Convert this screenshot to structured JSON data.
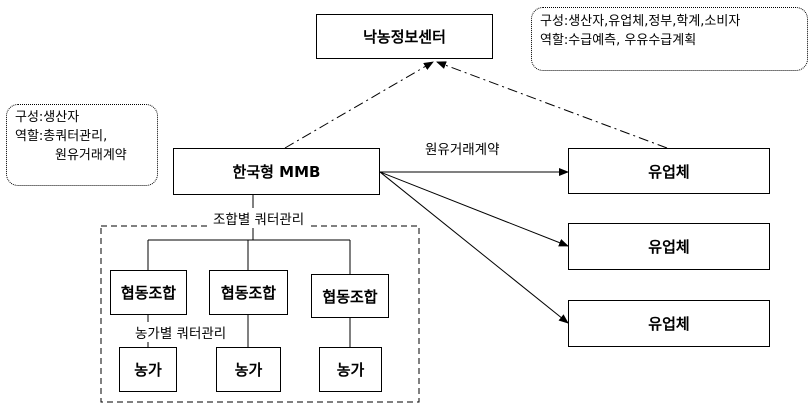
{
  "center": {
    "label": "낙농정보센터"
  },
  "center_note": {
    "line1": "구성:생산자,유업체,정부,학계,소비자",
    "line2": "역할:수급예측,  우유수급계획"
  },
  "mmb": {
    "label": "한국형 MMB"
  },
  "mmb_note": {
    "line1": "구성:생산자",
    "line2": "역할:총쿼터관리,",
    "line3": "원유거래계약"
  },
  "contract_label": "원유거래계약",
  "dairy_companies": [
    "유업체",
    "유업체",
    "유업체"
  ],
  "union_quota_label": "조합별  쿼터관리",
  "coops": [
    "협동조합",
    "협동조합",
    "협동조합"
  ],
  "farm_quota_label": "농가별  쿼터관리",
  "farms": [
    "농가",
    "농가",
    "농가"
  ]
}
